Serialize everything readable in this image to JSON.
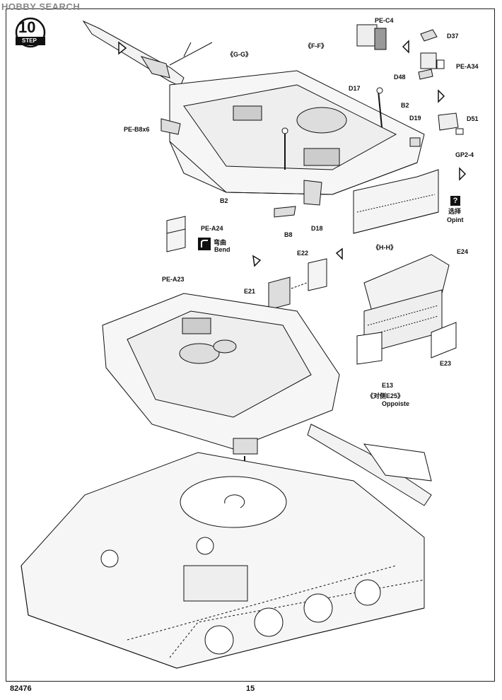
{
  "watermark": "HOBBY SEARCH",
  "step": {
    "number": "10",
    "label": "STEP"
  },
  "views": {
    "gg": "《G-G》",
    "ff": "《F-F》",
    "hh": "《H-H》"
  },
  "parts": {
    "pe_c4": "PE-C4",
    "d37": "D37",
    "pe_a34": "PE-A34",
    "d48": "D48",
    "d17": "D17",
    "b2_top": "B2",
    "d19": "D19",
    "d51": "D51",
    "gp2_4": "GP2-4",
    "pe_b8x6": "PE-B8x6",
    "b2_mid": "B2",
    "b8": "B8",
    "d18": "D18",
    "pe_a24": "PE-A24",
    "pe_a23": "PE-A23",
    "e22": "E22",
    "e21": "E21",
    "e24": "E24",
    "e23": "E23",
    "e13": "E13"
  },
  "notes": {
    "bend_cn": "弯曲",
    "bend_en": "Bend",
    "option_cn": "选择",
    "option_en": "Opint",
    "opposite_cn": "《对侧E25》",
    "opposite_en": "Oppoiste"
  },
  "footer": {
    "code": "82476",
    "page": "15"
  }
}
